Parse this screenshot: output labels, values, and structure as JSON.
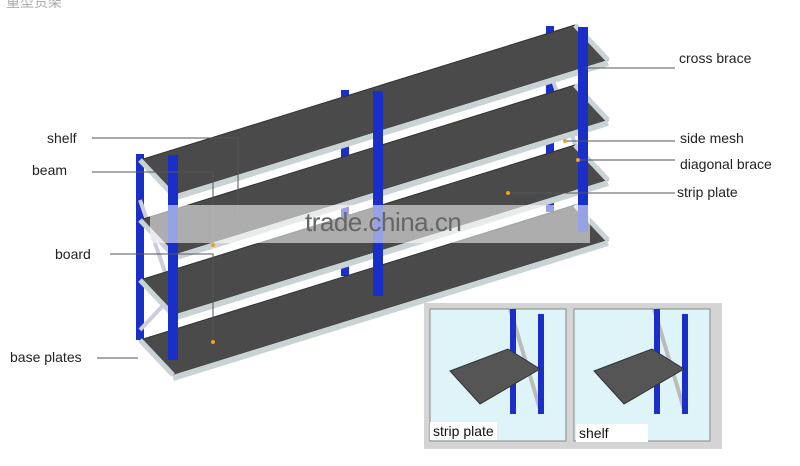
{
  "title": "重型货架",
  "labels": {
    "cross_brace": "cross brace",
    "side_mesh": "side mesh",
    "diagonal_brace": "diagonal brace",
    "strip_plate": "strip plate",
    "shelf": "shelf",
    "beam": "beam",
    "board": "board",
    "base_plates": "base plates"
  },
  "insets": [
    {
      "caption": "strip plate"
    },
    {
      "caption": "shelf"
    }
  ],
  "watermark": "trade.china.cn",
  "colors": {
    "upright": "#1a2fc8",
    "beam": "#c9d3d6",
    "board": "#4a4a4a",
    "inset_bg": "#dff4f8"
  }
}
